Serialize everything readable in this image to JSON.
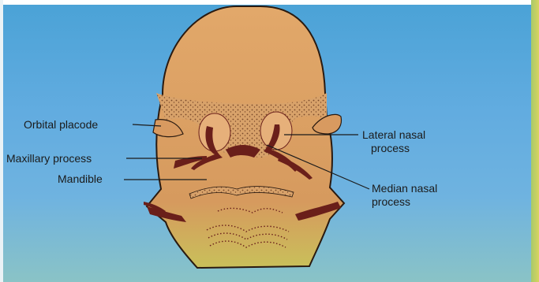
{
  "labels": {
    "orbital_placode": "Orbital placode",
    "maxillary_process": "Maxillary process",
    "mandible": "Mandible",
    "lateral_nasal_line1": "Lateral nasal",
    "lateral_nasal_line2": "process",
    "median_nasal_line1": "Median nasal",
    "median_nasal_line2": "process"
  },
  "colors": {
    "background": "#5aa8dc",
    "head_fill": "#d9a066",
    "head_outline": "#2a1a10",
    "dark_tissue": "#6a1f1a",
    "stipple": "#8a5a3a"
  }
}
